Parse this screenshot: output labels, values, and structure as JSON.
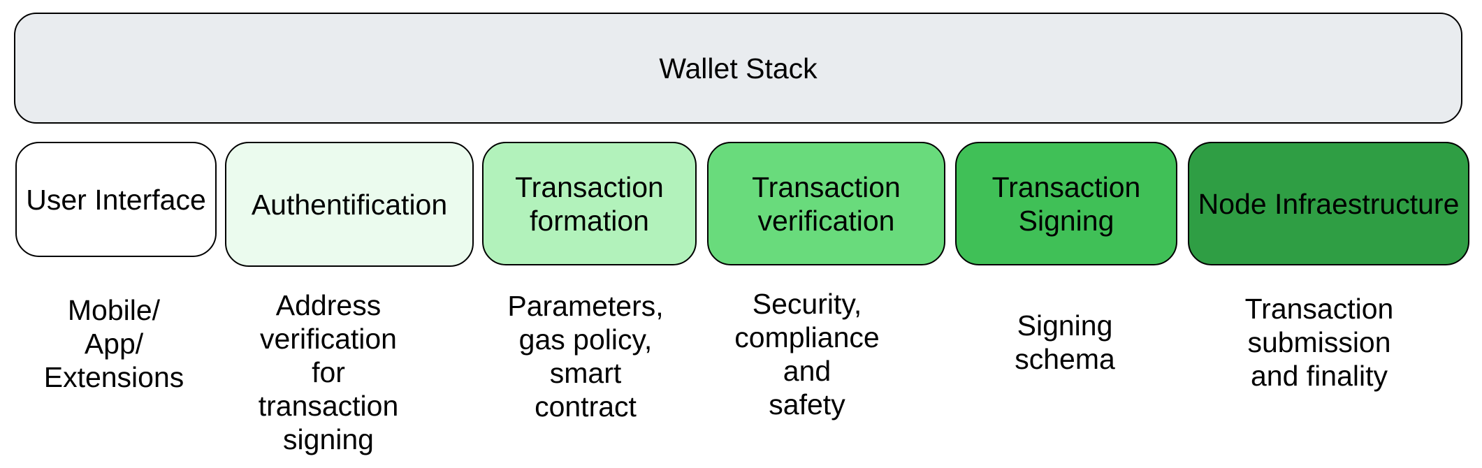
{
  "title": "Wallet Stack",
  "colors": {
    "header_fill": "#e9ecef",
    "border": "#000000",
    "text": "#000000"
  },
  "layers": [
    {
      "label": "User Interface",
      "fill": "#ffffff",
      "description_lines": [
        "Mobile/",
        "App/",
        "Extensions"
      ]
    },
    {
      "label": "Authentification",
      "fill": "#ebfbee",
      "description_lines": [
        "Address",
        "verification",
        "for",
        "transaction",
        "signing"
      ]
    },
    {
      "label": "Transaction formation",
      "fill": "#b2f2bb",
      "description_lines": [
        "Parameters,",
        "gas policy,",
        "smart",
        "contract"
      ]
    },
    {
      "label": "Transaction verification",
      "fill": "#69db7c",
      "description_lines": [
        "Security,",
        "compliance",
        "and",
        "safety"
      ]
    },
    {
      "label": "Transaction Signing",
      "fill": "#40c057",
      "description_lines": [
        "Signing",
        "schema"
      ]
    },
    {
      "label": "Node Infraestructure",
      "fill": "#2f9e44",
      "description_lines": [
        "Transaction",
        "submission",
        "and finality"
      ]
    }
  ]
}
